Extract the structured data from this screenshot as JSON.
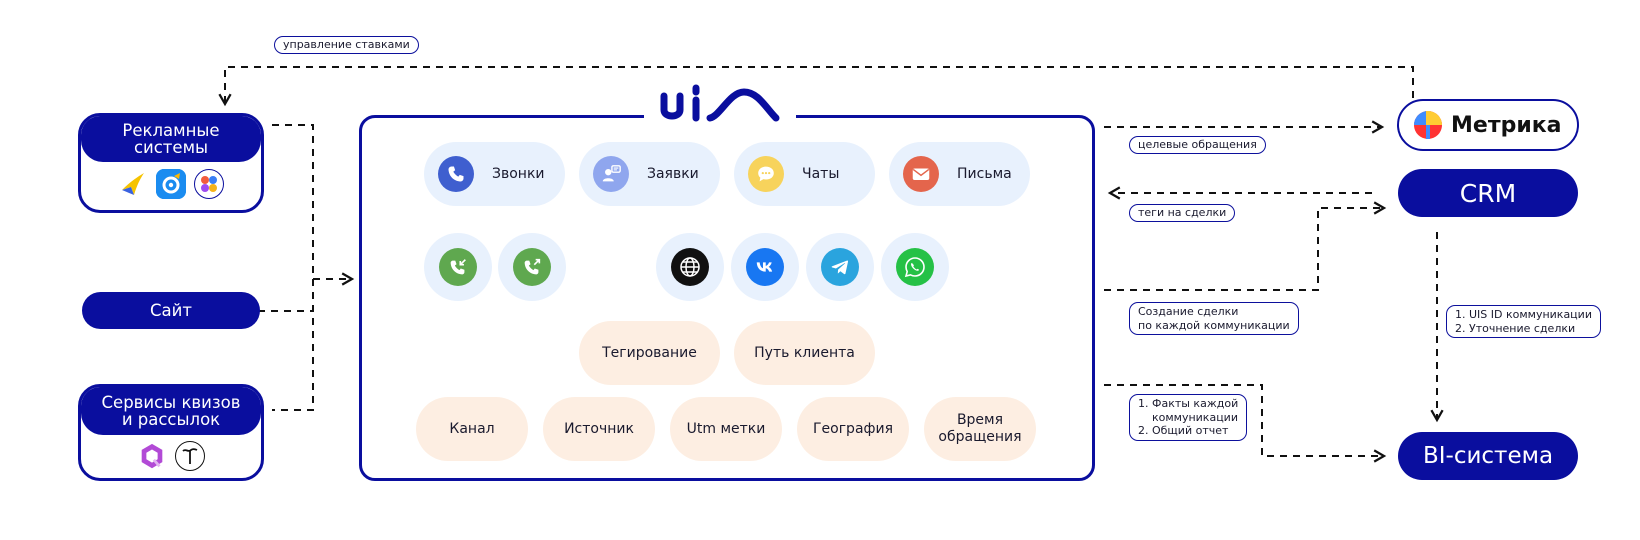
{
  "brand": {
    "logo_text": "uis",
    "navy": "#0a0e9e"
  },
  "labels": {
    "bid_management": "управление ставками",
    "target_requests": "целевые обращения",
    "deal_tags": "теги на сделки",
    "deal_creation": "Создание сделки\nпо каждой коммуникации",
    "bi_reports": "1. Факты каждой\n    коммуникации\n2. Общий отчет",
    "crm_to_bi": "1. UIS ID коммуникации\n2. Уточнение сделки"
  },
  "sources": {
    "ad_systems": {
      "title": "Рекламные\nсистемы",
      "logos": [
        "yandex-direct-icon",
        "vk-ads-icon",
        "mytarget-icon"
      ]
    },
    "site": {
      "title": "Сайт"
    },
    "quiz_services": {
      "title": "Сервисы квизов\nи рассылок",
      "logos": [
        "marquiz-icon",
        "tilda-icon"
      ]
    }
  },
  "destinations": {
    "metrika": {
      "title": "Метрика"
    },
    "crm": {
      "title": "CRM"
    },
    "bi": {
      "title": "BI-система"
    }
  },
  "channels": [
    {
      "label": "Звонки",
      "icon": "phone-icon",
      "color": "#3f5fcf"
    },
    {
      "label": "Заявки",
      "icon": "form-request-icon",
      "color": "#8fa6ee"
    },
    {
      "label": "Чаты",
      "icon": "chat-bubble-icon",
      "color": "#f7d35c"
    },
    {
      "label": "Письма",
      "icon": "envelope-icon",
      "color": "#e4654c"
    }
  ],
  "call_types": [
    {
      "icon": "incoming-call-icon",
      "color": "#5fa84f"
    },
    {
      "icon": "outgoing-call-icon",
      "color": "#5fa84f"
    }
  ],
  "chat_channels": [
    {
      "icon": "web-globe-icon",
      "color": "#111111"
    },
    {
      "icon": "vk-icon",
      "color": "#1877f2"
    },
    {
      "icon": "telegram-icon",
      "color": "#2aa4de"
    },
    {
      "icon": "whatsapp-icon",
      "color": "#25c146"
    }
  ],
  "features": [
    "Тегирование",
    "Путь клиента"
  ],
  "attributes": [
    "Канал",
    "Источник",
    "Utm метки",
    "География",
    "Время\nобращения"
  ]
}
